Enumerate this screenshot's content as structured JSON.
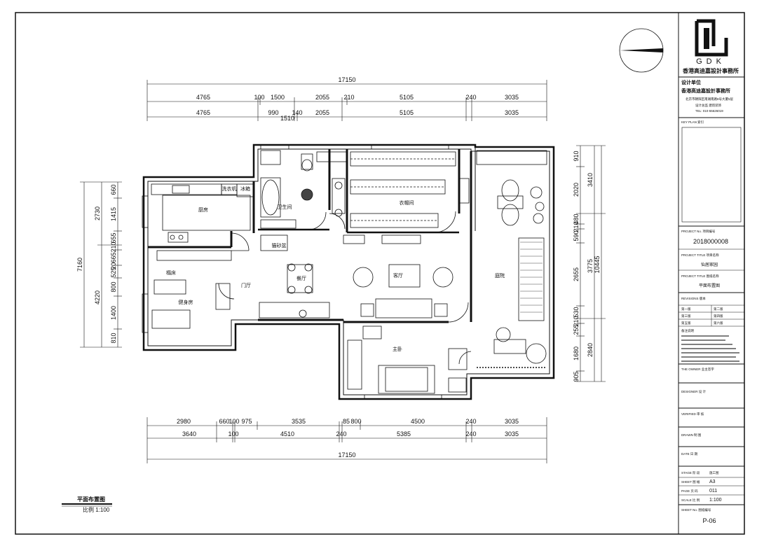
{
  "firm": {
    "logo_letters": "GDK",
    "name": "香港高迪嘉設計事務所",
    "design_unit_label": "设计单位",
    "design_unit_name": "香港高迪嘉設計事務所",
    "address_line1": "北京市朝阳区南湖南路8号大厦5层",
    "address_line2": "设计总监 建筑装饰",
    "phone": "TEL: 010-55626019"
  },
  "title_block": {
    "key_plan_label": "KEY PLAN  索引",
    "project_no_label": "PROJECT No.  项目编号",
    "project_no": "2018000008",
    "project_title_label": "PROJECT TITLE  项目名称",
    "project_title": "仙居家园",
    "drawing_title_label": "PROJECT TITLE  图纸名称",
    "drawing_title": "平面布置图",
    "revisions_label": "REVISIONS  版本",
    "rev1": "第一版",
    "rev2": "第二版",
    "rev3": "第三版",
    "rev4": "第四版",
    "rev5": "第五版",
    "rev6": "第六版",
    "notes_label": "备注说明",
    "owner_label": "THE OWNER   业主签字",
    "designer_label": "DESIGNER   设 计",
    "verified_label": "VERIFIED   审 核",
    "drawn_label": "DRAWN   制 图",
    "date_label": "DATE   日 期",
    "stage_label": "STAGE   阶 段",
    "stage_value": "施工图",
    "sheet_label": "SHEET   图 幅",
    "sheet_value": "A3",
    "page_label": "PAGE   页 码",
    "page_value": "011",
    "scale_label": "SCALE   比 例",
    "scale_value": "1:100",
    "sheet_no_label": "SHEET No.  图纸编号",
    "sheet_no": "P-06"
  },
  "plan": {
    "caption": "平面布置图",
    "scale_caption": "比例 1:100",
    "rooms": {
      "kitchen": "厨房",
      "bath": "卫生间",
      "closet": "衣帽间",
      "dining": "餐厅",
      "living": "客厅",
      "garden": "庭院",
      "gym": "健身房",
      "tatami": "榻床",
      "foyer": "门厅",
      "litter": "猫砂盆",
      "master": "主卧",
      "fridge": "冰箱",
      "washer": "洗衣机"
    },
    "top_dims": {
      "total": "17150",
      "row1": [
        "4765",
        "100",
        "1500",
        "2055",
        "210",
        "5105",
        "240",
        "3035"
      ],
      "row2": [
        "4765",
        "990",
        "140",
        "2055",
        "5105",
        "3035"
      ],
      "sub": "1510"
    },
    "bottom_dims": {
      "total": "17150",
      "row1": [
        "2980",
        "660",
        "100",
        "975",
        "3535",
        "85",
        "800",
        "4500",
        "240",
        "3035"
      ],
      "row2": [
        "3640",
        "100",
        "4510",
        "240",
        "5385",
        "240",
        "3035"
      ]
    },
    "left_dims": {
      "total": "7160",
      "outer": [
        "2730",
        "4220"
      ],
      "inner": [
        "660",
        "1415",
        "655",
        "210",
        "665",
        "20",
        "525",
        "800",
        "1400",
        "810"
      ]
    },
    "right_dims": {
      "total": "10445",
      "outer": [
        "3410",
        "3775",
        "2840"
      ],
      "inner": [
        "910",
        "2020",
        "480",
        "210",
        "590",
        "2655",
        "530",
        "210",
        "255",
        "1680",
        "905"
      ]
    }
  }
}
